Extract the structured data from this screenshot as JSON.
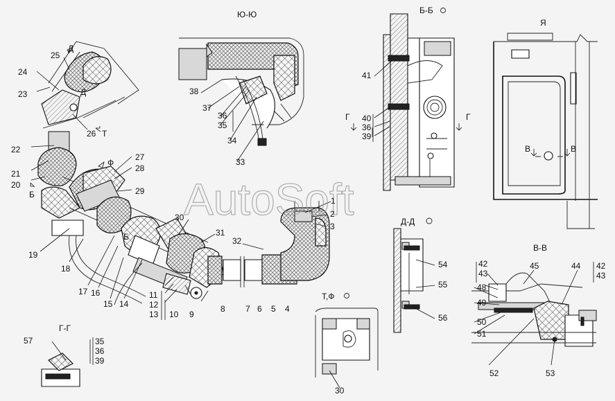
{
  "watermark": "AutoSoft",
  "section_titles": {
    "yu": "Ю-Ю",
    "bb": "Б-Б",
    "ya": "Я",
    "dd": "Д-Д",
    "vv": "В-В",
    "tf": "Т,Ф",
    "gg": "Г-Г"
  },
  "view_markers": {
    "d_top": "Д",
    "d_mid": "Д",
    "t": "Т",
    "f": "Ф",
    "b_left": "Б",
    "b_mid": "Б",
    "g_left": "Г",
    "g_right": "Г",
    "v_left": "В",
    "v_right": "В"
  },
  "callouts": {
    "n1": "1",
    "n2": "2",
    "n3": "3",
    "n4": "4",
    "n5": "5",
    "n6": "6",
    "n7": "7",
    "n8": "8",
    "n9": "9",
    "n10": "10",
    "n11": "11",
    "n12": "12",
    "n13": "13",
    "n14": "14",
    "n15": "15",
    "n16": "16",
    "n17": "17",
    "n18": "18",
    "n19": "19",
    "n20": "20",
    "n21": "21",
    "n22": "22",
    "n23": "23",
    "n24": "24",
    "n25": "25",
    "n26": "26",
    "n27": "27",
    "n28": "28",
    "n29": "29",
    "n30a": "30",
    "n30b": "30",
    "n31": "31",
    "n32": "32",
    "n33": "33",
    "n34": "34",
    "n35a": "35",
    "n35b": "35",
    "n36a": "36",
    "n36b": "36",
    "n36c": "36",
    "n37": "37",
    "n38": "38",
    "n39a": "39",
    "n39b": "39",
    "n40": "40",
    "n41": "41",
    "n42a": "42",
    "n42b": "42",
    "n43a": "43",
    "n43b": "43",
    "n44": "44",
    "n45": "45",
    "n48": "48",
    "n49": "49",
    "n50": "50",
    "n51": "51",
    "n52": "52",
    "n53": "53",
    "n54": "54",
    "n55": "55",
    "n56": "56",
    "n57": "57"
  }
}
